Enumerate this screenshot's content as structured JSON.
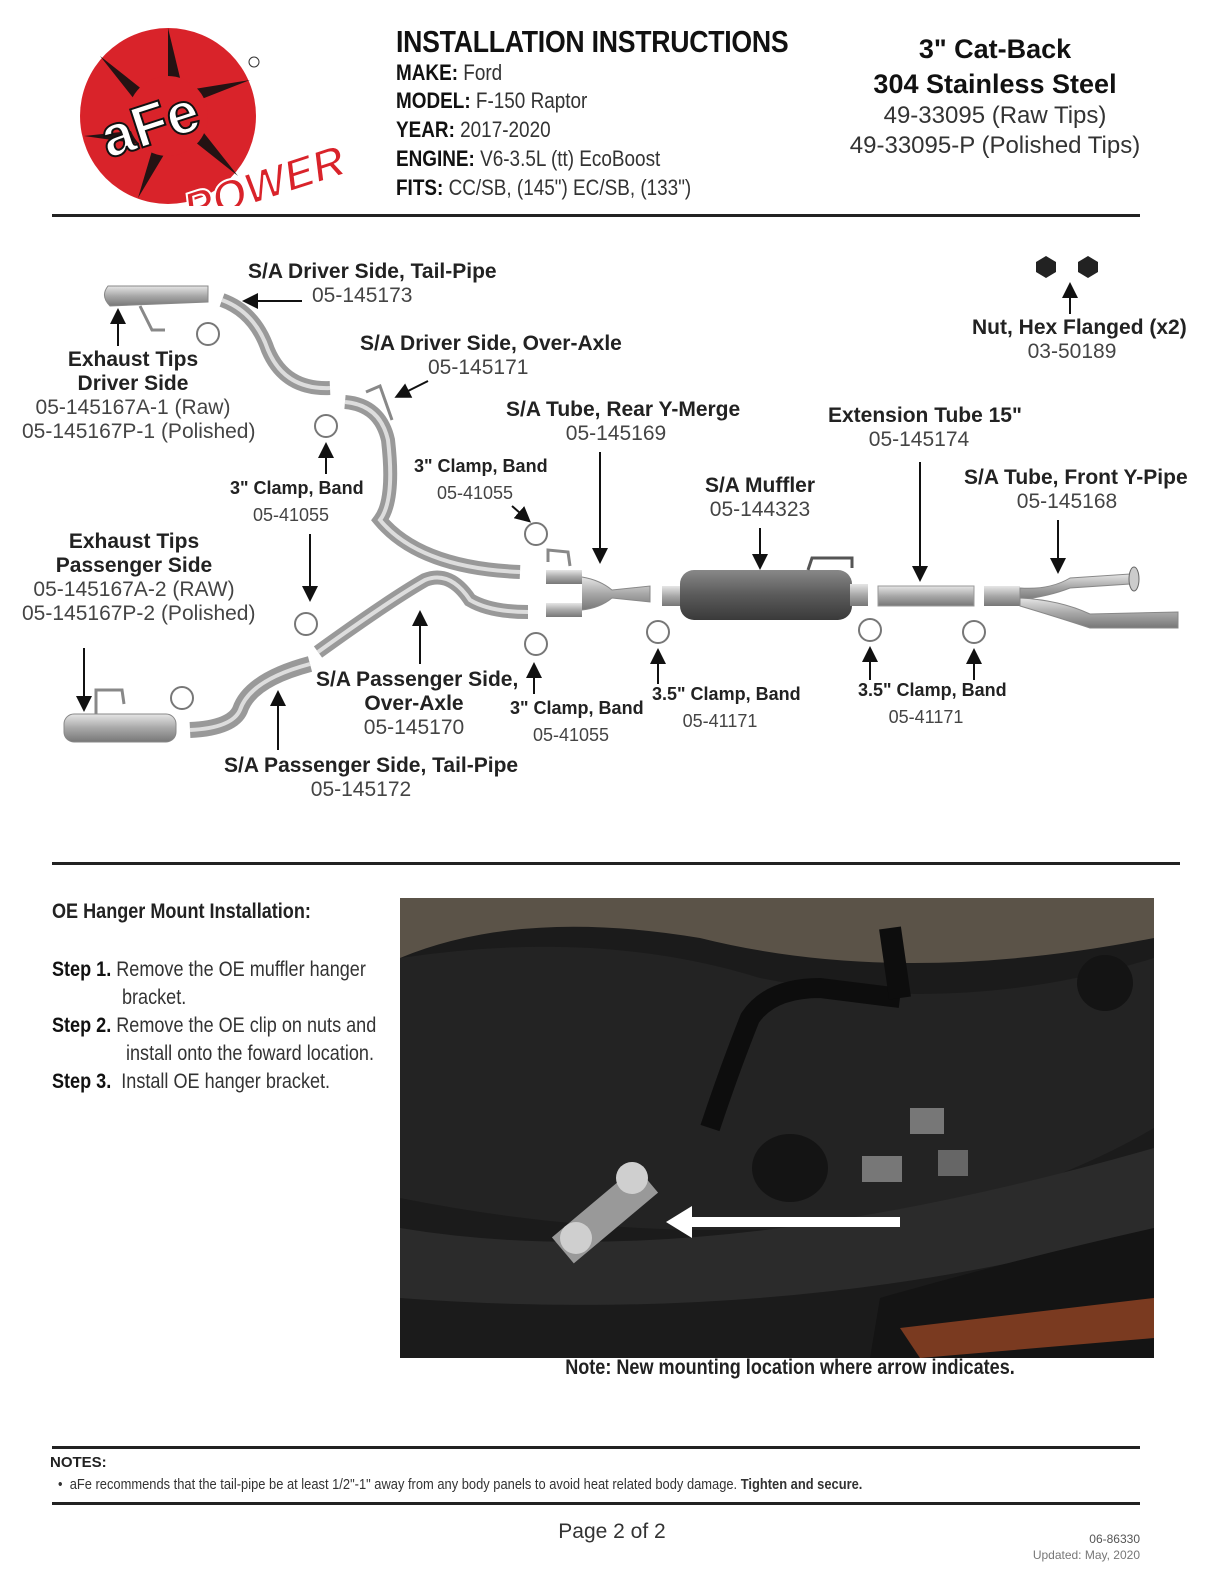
{
  "header": {
    "brand_top": "aFe",
    "brand_bottom": "POWER",
    "title": "INSTALLATION INSTRUCTIONS",
    "make_label": "MAKE:",
    "make": "Ford",
    "model_label": "MODEL:",
    "model": "F-150 Raptor",
    "year_label": "YEAR:",
    "year": "2017-2020",
    "engine_label": "ENGINE:",
    "engine": "V6-3.5L (tt) EcoBoost",
    "fits_label": "FITS:",
    "fits": "CC/SB, (145\") EC/SB, (133\")",
    "product_line1": "3\" Cat-Back",
    "product_line2": "304 Stainless Steel",
    "part_raw": "49-33095 (Raw Tips)",
    "part_polished": "49-33095-P (Polished Tips)"
  },
  "diagram": {
    "driver_tailpipe": {
      "title": "S/A Driver Side, Tail-Pipe",
      "part": "05-145173"
    },
    "driver_overaxle": {
      "title": "S/A Driver Side, Over-Axle",
      "part": "05-145171"
    },
    "tips_driver": {
      "title1": "Exhaust Tips",
      "title2": "Driver Side",
      "part1": "05-145167A-1 (Raw)",
      "part2": "05-145167P-1 (Polished)"
    },
    "clamp_left_upper": {
      "title": "3\" Clamp, Band",
      "part": "05-41055"
    },
    "clamp_mid_upper": {
      "title": "3\" Clamp, Band",
      "part": "05-41055"
    },
    "rear_ymerge": {
      "title": "S/A Tube, Rear Y-Merge",
      "part": "05-145169"
    },
    "muffler": {
      "title": "S/A Muffler",
      "part": "05-144323"
    },
    "extension": {
      "title": "Extension Tube 15\"",
      "part": "05-145174"
    },
    "front_ypipe": {
      "title": "S/A Tube, Front Y-Pipe",
      "part": "05-145168"
    },
    "nut": {
      "title": "Nut, Hex Flanged (x2)",
      "part": "03-50189"
    },
    "tips_passenger": {
      "title1": "Exhaust Tips",
      "title2": "Passenger Side",
      "part1": "05-145167A-2 (RAW)",
      "part2": "05-145167P-2 (Polished)"
    },
    "passenger_overaxle": {
      "title1": "S/A Passenger Side,",
      "title2": "Over-Axle",
      "part": "05-145170"
    },
    "passenger_tailpipe": {
      "title": "S/A Passenger Side, Tail-Pipe",
      "part": "05-145172"
    },
    "clamp_mid_lower": {
      "title": "3\" Clamp, Band",
      "part": "05-41055"
    },
    "clamp_35_a": {
      "title": "3.5\" Clamp, Band",
      "part": "05-41171"
    },
    "clamp_35_b": {
      "title": "3.5\" Clamp, Band",
      "part": "05-41171"
    }
  },
  "hanger": {
    "heading": "OE Hanger Mount Installation:",
    "step1_label": "Step 1.",
    "step1_a": "Remove the OE muffler hanger",
    "step1_b": "bracket.",
    "step2_label": "Step 2.",
    "step2_a": "Remove the OE clip on nuts and",
    "step2_b": "install onto the foward location.",
    "step3_label": "Step 3.",
    "step3_a": "Install OE hanger bracket.",
    "photo_note": "Note: New mounting location where arrow indicates."
  },
  "notes": {
    "heading": "NOTES:",
    "bullet": "aFe recommends that the tail-pipe be at least 1/2\"-1\" away from any body panels to avoid heat related body damage.",
    "bullet_bold": "Tighten and secure."
  },
  "footer": {
    "page": "Page 2 of 2",
    "doc_number": "06-86330",
    "updated": "Updated: May, 2020"
  }
}
